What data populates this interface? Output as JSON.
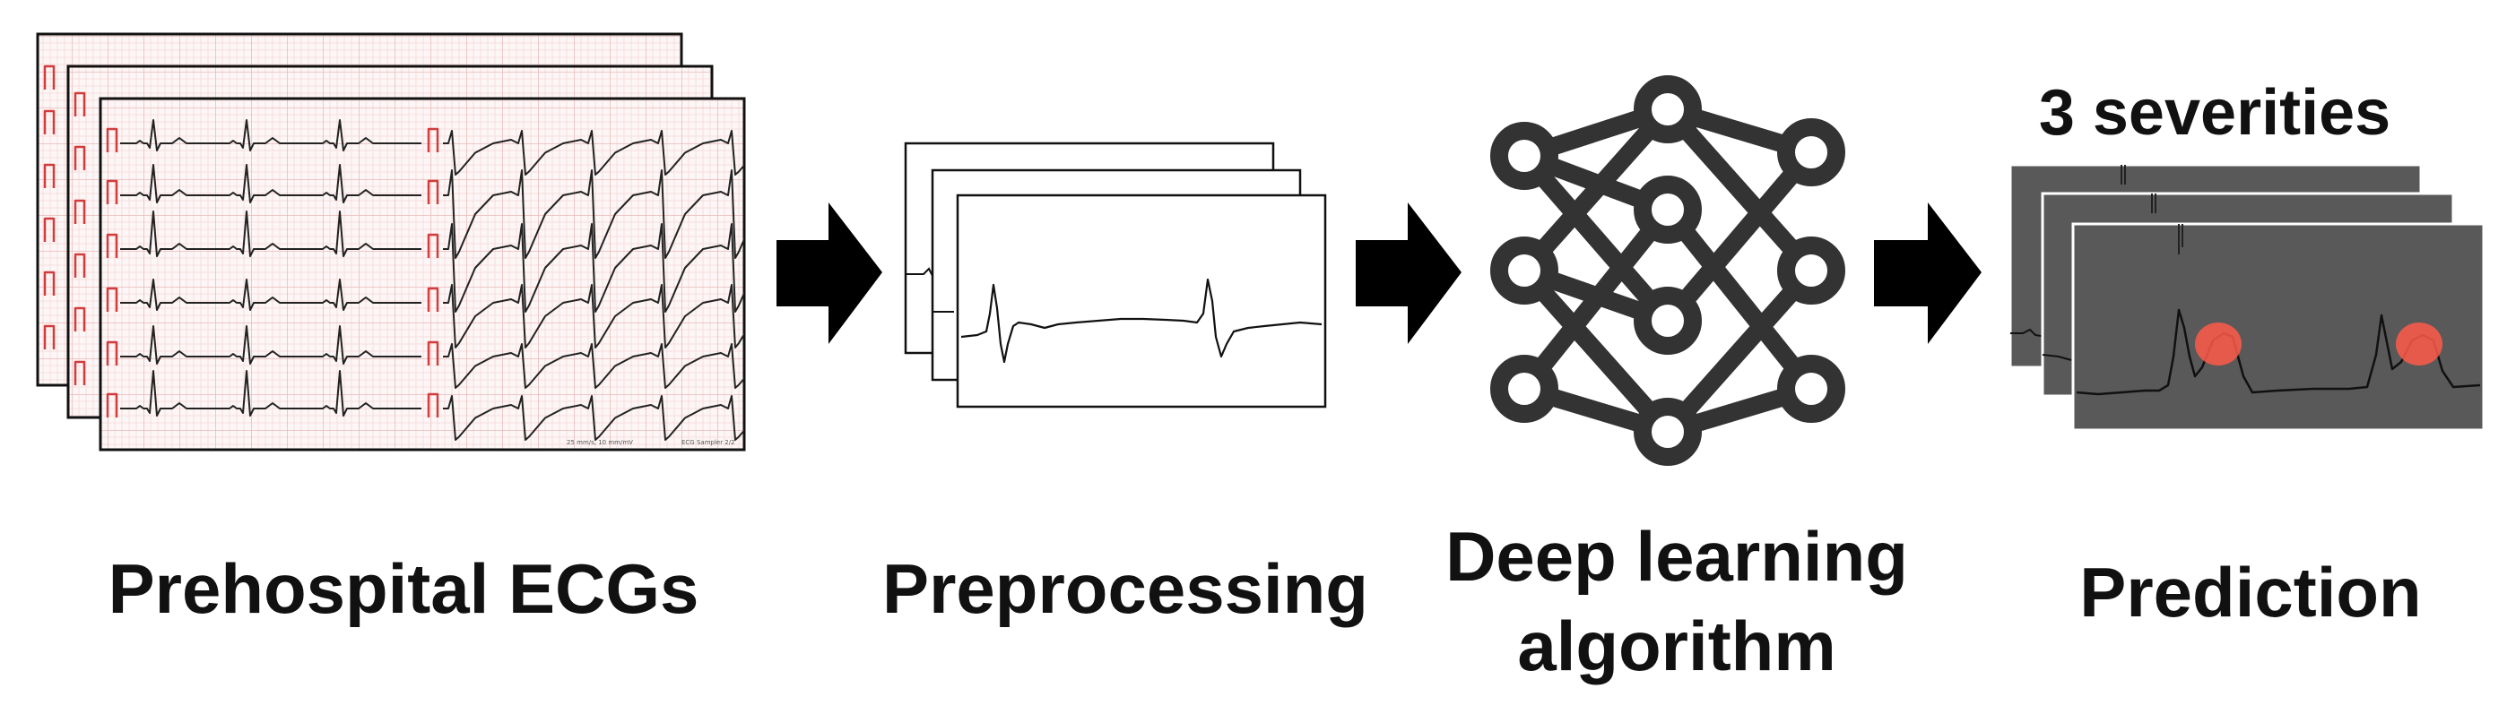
{
  "stages": [
    {
      "label": "Prehospital ECGs"
    },
    {
      "label": "Preprocessing"
    },
    {
      "label_line1": "Deep learning",
      "label_line2": "algorithm"
    },
    {
      "label": "Prediction"
    }
  ],
  "prediction": {
    "caption": "3 severities"
  },
  "ecg_footer": {
    "left_text": "25 mm/s, 10 mm/mV",
    "right_text": "ECG Sampler 2/2"
  },
  "colors": {
    "arrow": "#000000",
    "grid_fine": "#f6dede",
    "grid_bold": "#eab8b8",
    "calibration": "#d23c3c",
    "network": "#333333",
    "prediction_bg": "#595959",
    "highlight": "#ff5a4a"
  }
}
